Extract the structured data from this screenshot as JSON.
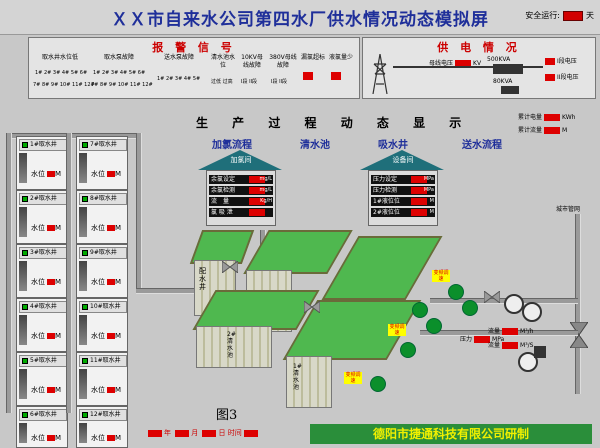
{
  "title": "ＸＸ市自来水公司第四水厂供水情况动态模拟屏",
  "safe_run_label": "安全运行:",
  "safe_run_unit": "天",
  "alarm": {
    "title": "报 警 信 号",
    "items": [
      "取水井水位低",
      "取水泵故障",
      "送水泵故障",
      "清水池水位",
      "10KV母线故障",
      "380V母线故障",
      "漏氯超标",
      "液氯量少"
    ],
    "pump_row1": "1# 2# 3# 4# 5# 6#",
    "pump_row2": "7# 8# 9# 10# 11# 12#",
    "send_row": "1# 2# 3# 4# 5#",
    "level_row": "过低 过高",
    "seg_row": "I段 II段"
  },
  "power": {
    "title": "供 电 情 况",
    "bus_voltage": "母线电压",
    "kv_unit": "KV",
    "t1": "500KVA",
    "t2": "80KVA",
    "seg1": "I段电压",
    "seg2": "II段电压",
    "v_unit": "V"
  },
  "meter": {
    "energy_label": "累计电量",
    "energy_unit": "KWh",
    "flow_label": "累计流量",
    "flow_unit": "M"
  },
  "process_title": "生 产 过 程 动 态 显 示",
  "stages": [
    "加氯流程",
    "清水池",
    "吸水井",
    "送水流程"
  ],
  "chlorine_room": {
    "name": "加氯间",
    "rows": [
      "余氯设定",
      "余氯检测",
      "流　量",
      "氯 吸 泄"
    ],
    "units": [
      "mg/L",
      "mg/L",
      "Kg/H",
      ""
    ]
  },
  "equip_room": {
    "name": "设备间",
    "rows": [
      "压力设定",
      "压力检测",
      "1#液位位",
      "2#液位位"
    ],
    "units": [
      "MPa",
      "MPa",
      "M",
      "M"
    ]
  },
  "city_pipe": "城市管网",
  "tanks": [
    "配水井",
    "2#清水池",
    "1#清水池"
  ],
  "pipe_flow_label": "流量",
  "pipe_flow_unit": "M³/h",
  "pipe_pressure_label": "压力",
  "pipe_pressure_unit": "MPa",
  "pipe_flow2_unit": "M³/S",
  "pump_tags": [
    "变频调速",
    "变频调速",
    "变频调速"
  ],
  "pumps_left": [
    {
      "name": "1#取水井",
      "level_label": "水位",
      "unit": "M"
    },
    {
      "name": "2#取水井",
      "level_label": "水位",
      "unit": "M"
    },
    {
      "name": "3#取水井",
      "level_label": "水位",
      "unit": "M"
    },
    {
      "name": "4#取水井",
      "level_label": "水位",
      "unit": "M"
    },
    {
      "name": "5#取水井",
      "level_label": "水位",
      "unit": "M"
    },
    {
      "name": "6#取水井",
      "level_label": "水位",
      "unit": "M"
    }
  ],
  "pumps_right": [
    {
      "name": "7#取水井",
      "level_label": "水位",
      "unit": "M"
    },
    {
      "name": "8#取水井",
      "level_label": "水位",
      "unit": "M"
    },
    {
      "name": "9#取水井",
      "level_label": "水位",
      "unit": "M"
    },
    {
      "name": "10#取水井",
      "level_label": "水位",
      "unit": "M"
    },
    {
      "name": "11#取水井",
      "level_label": "水位",
      "unit": "M"
    },
    {
      "name": "12#取水井",
      "level_label": "水位",
      "unit": "M"
    }
  ],
  "figure_label": "图3",
  "date": {
    "year": "年",
    "month": "月",
    "day": "日",
    "time": "时间"
  },
  "footer": "德阳市捷通科技有限公司研制"
}
